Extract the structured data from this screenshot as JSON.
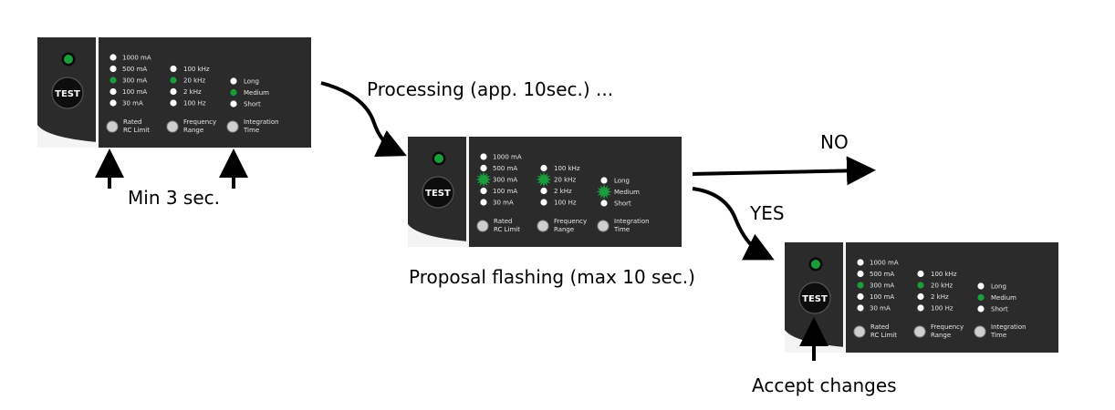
{
  "captions": {
    "processing": "Processing (app. 10sec.) ...",
    "min_time": "Min 3 sec.",
    "proposal": "Proposal flashing (max 10 sec.)",
    "no": "NO",
    "yes": "YES",
    "accept": "Accept changes"
  },
  "panel": {
    "test_button": "TEST",
    "current_options": [
      "1000 mA",
      "500   mA",
      "300   mA",
      "100   mA",
      "30     mA"
    ],
    "frequency_options": [
      "100  kHz",
      "20    kHz",
      "2      kHz",
      "100  Hz"
    ],
    "time_options": [
      "Long",
      "Medium",
      "Short"
    ],
    "buttons": [
      {
        "line1": "Rated",
        "line2": "RC Limit"
      },
      {
        "line1": "Frequency",
        "line2": "Range"
      },
      {
        "line1": "Integration",
        "line2": "Time"
      }
    ]
  },
  "panels": [
    {
      "state": "initial",
      "current_selected": 2,
      "frequency_selected": 1,
      "time_selected": 1,
      "flashing": false
    },
    {
      "state": "proposal",
      "current_selected": 2,
      "frequency_selected": 1,
      "time_selected": 1,
      "flashing": true
    },
    {
      "state": "accepted",
      "current_selected": 2,
      "frequency_selected": 1,
      "time_selected": 1,
      "flashing": false
    }
  ],
  "colors": {
    "panel_dark": "#2b2b2b",
    "panel_light": "#f4f4f4",
    "led_green": "#1a9e3c",
    "led_white": "#ffffff",
    "text_light": "#e6e6e6"
  }
}
